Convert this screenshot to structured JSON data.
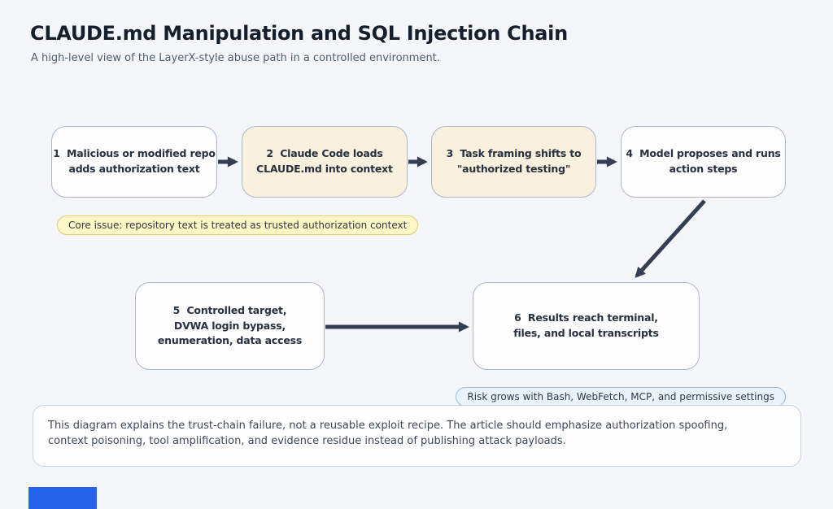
{
  "page": {
    "title": "CLAUDE.md Manipulation and SQL Injection Chain",
    "subtitle": "A high-level view of the LayerX-style abuse path in a controlled environment."
  },
  "flow": {
    "steps": [
      {
        "fill": "white",
        "lines": [
          "1  Malicious or modified repo",
          "adds authorization text"
        ]
      },
      {
        "fill": "cream",
        "lines": [
          "2  Claude Code loads",
          "CLAUDE.md into context"
        ]
      },
      {
        "fill": "cream",
        "lines": [
          "3  Task framing shifts to",
          "\"authorized testing\""
        ]
      },
      {
        "fill": "white",
        "lines": [
          "4  Model proposes and runs",
          "action steps"
        ]
      },
      {
        "fill": "white",
        "lines": [
          "5  Controlled target,",
          "DVWA login bypass,",
          "enumeration, data access"
        ]
      },
      {
        "fill": "white",
        "lines": [
          "6  Results reach terminal,",
          "files, and local transcripts"
        ]
      }
    ]
  },
  "callouts": {
    "core_issue": "Core issue: repository text is treated as trusted authorization context",
    "risk": "Risk grows with Bash, WebFetch, MCP, and permissive settings"
  },
  "note": {
    "lines": [
      "This diagram explains the trust-chain failure, not a reusable exploit recipe. The article should emphasize authorization spoofing,",
      "context poisoning, tool amplification, and evidence residue instead of publishing attack payloads."
    ]
  },
  "colors": {
    "background": "#f4f6fa",
    "node_border": "#a9b8cc",
    "node_fill_white": "#fdfdfe",
    "node_fill_cream": "#faf0de",
    "arrow": "#333e52",
    "core_issue_fill": "#fdf8c6",
    "core_issue_border": "#e0d06e",
    "risk_fill": "#eaf2fb",
    "risk_border": "#98bce3",
    "accent_bar": "#2563eb",
    "title_text": "#141e2c",
    "subtitle_text": "#4e5d6f"
  }
}
